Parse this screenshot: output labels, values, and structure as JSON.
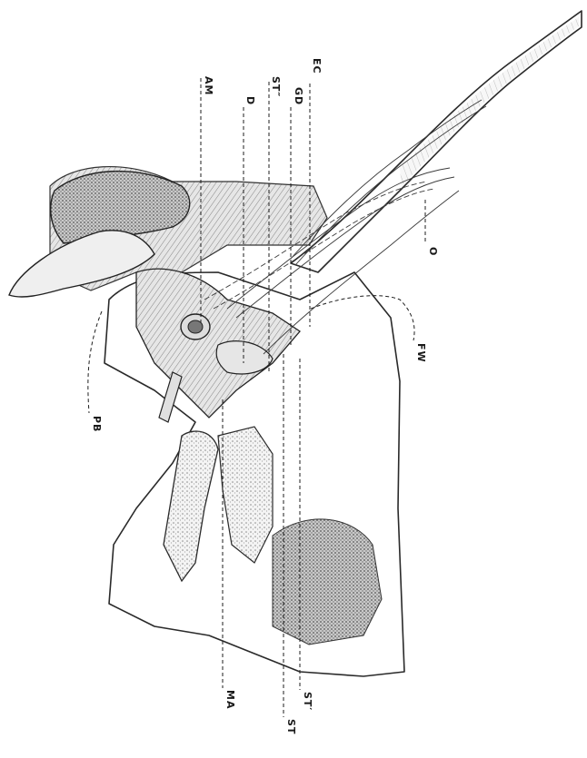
{
  "labels": {
    "am": "AM",
    "st_double": "ST″",
    "ec": "EC",
    "gd": "GD",
    "d": "D",
    "o": "O",
    "fw": "FW",
    "pb": "PB",
    "ma": "MA",
    "st_prime": "ST′",
    "st": "ST"
  }
}
